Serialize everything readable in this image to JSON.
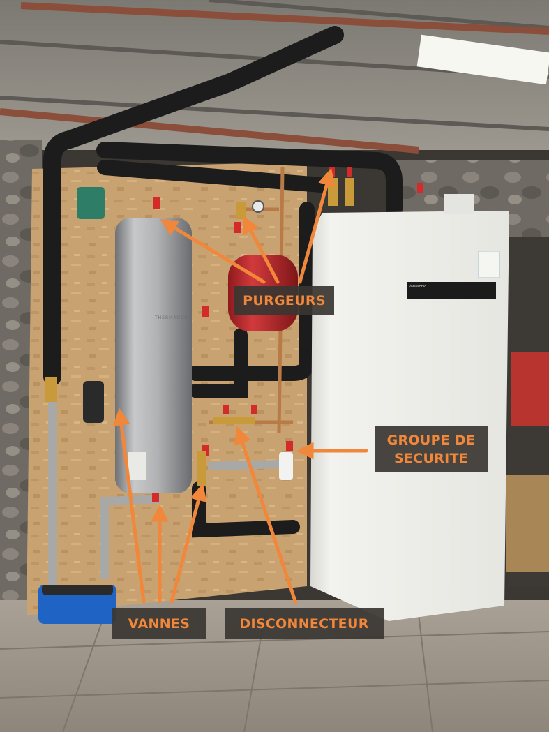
{
  "labels": {
    "purgeurs": "PURGEURS",
    "groupe_line1": "GROUPE DE",
    "groupe_line2": "SECURITE",
    "vannes": "VANNES",
    "disconnecteur": "DISCONNECTEUR"
  },
  "brands": {
    "tank": "THERMADOR",
    "heat_pump": "Panasonic"
  },
  "colors": {
    "label_text": "#f0873a",
    "label_bg": "#3a3632",
    "arrow": "#f0873a",
    "osb_board": "#c9a271",
    "tank_steel": "#a9abad",
    "expansion_vessel": "#c0262b",
    "heat_pump": "#eeeeea",
    "insulation": "#1c1c1c"
  }
}
